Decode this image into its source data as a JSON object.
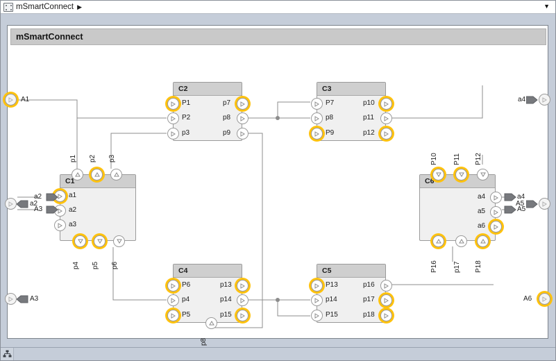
{
  "window": {
    "breadcrumb_label": "mSmartConnect",
    "breadcrumb_arrow": "▶",
    "breadcrumb_icon": "subsystem-icon",
    "dropdown_icon": "▼"
  },
  "subsystem": {
    "title": "mSmartConnect"
  },
  "statusbar": {
    "icon": "model-hierarchy-icon"
  },
  "blocks": [
    {
      "id": "C1",
      "name": "C1",
      "top_ports": [
        {
          "label": "p1",
          "hl": false
        },
        {
          "label": "p2",
          "hl": true
        },
        {
          "label": "p3",
          "hl": false
        }
      ],
      "left_ports": [
        {
          "label": "a1",
          "hl": true
        },
        {
          "label": "a2",
          "hl": false
        },
        {
          "label": "a3",
          "hl": false
        }
      ],
      "bottom_ports": [
        {
          "label": "p4",
          "hl": true
        },
        {
          "label": "p5",
          "hl": true
        },
        {
          "label": "p6",
          "hl": false
        }
      ],
      "right_ports": []
    },
    {
      "id": "C2",
      "name": "C2",
      "top_ports": [],
      "bottom_ports": [],
      "left_ports": [
        {
          "label": "P1",
          "hl": true
        },
        {
          "label": "P2",
          "hl": false
        },
        {
          "label": "p3",
          "hl": false
        }
      ],
      "right_ports": [
        {
          "label": "p7",
          "hl": true
        },
        {
          "label": "p8",
          "hl": false
        },
        {
          "label": "p9",
          "hl": false
        }
      ]
    },
    {
      "id": "C3",
      "name": "C3",
      "top_ports": [],
      "bottom_ports": [],
      "left_ports": [
        {
          "label": "P7",
          "hl": false
        },
        {
          "label": "p8",
          "hl": false
        },
        {
          "label": "P9",
          "hl": true
        }
      ],
      "right_ports": [
        {
          "label": "p10",
          "hl": true
        },
        {
          "label": "p11",
          "hl": false
        },
        {
          "label": "p12",
          "hl": true
        }
      ]
    },
    {
      "id": "C4",
      "name": "C4",
      "top_ports": [],
      "bottom_ports": [
        {
          "label": "p8",
          "hl": false
        }
      ],
      "left_ports": [
        {
          "label": "P6",
          "hl": true
        },
        {
          "label": "p4",
          "hl": false
        },
        {
          "label": "P5",
          "hl": true
        }
      ],
      "right_ports": [
        {
          "label": "p13",
          "hl": true
        },
        {
          "label": "p14",
          "hl": false
        },
        {
          "label": "p15",
          "hl": true
        }
      ]
    },
    {
      "id": "C5",
      "name": "C5",
      "top_ports": [],
      "bottom_ports": [],
      "left_ports": [
        {
          "label": "P13",
          "hl": true
        },
        {
          "label": "p14",
          "hl": false
        },
        {
          "label": "P15",
          "hl": false
        }
      ],
      "right_ports": [
        {
          "label": "p16",
          "hl": false
        },
        {
          "label": "p17",
          "hl": true
        },
        {
          "label": "p18",
          "hl": true
        }
      ]
    },
    {
      "id": "C6",
      "name": "C6",
      "top_ports": [
        {
          "label": "P10",
          "hl": true
        },
        {
          "label": "P11",
          "hl": true
        },
        {
          "label": "P12",
          "hl": false
        }
      ],
      "bottom_ports": [
        {
          "label": "P16",
          "hl": true
        },
        {
          "label": "p17",
          "hl": false
        },
        {
          "label": "P18",
          "hl": true
        }
      ],
      "left_ports": [],
      "right_ports": [
        {
          "label": "a4",
          "hl": false
        },
        {
          "label": "a5",
          "hl": false
        },
        {
          "label": "a6",
          "hl": true
        }
      ]
    }
  ],
  "edge_ports": {
    "left": [
      {
        "label": "A1",
        "hl": true
      },
      {
        "label": "a2",
        "hl": false
      },
      {
        "label": "A3",
        "hl": false
      }
    ],
    "right": [
      {
        "label": "a4",
        "hl": false
      },
      {
        "label": "A5",
        "hl": false
      },
      {
        "label": "A6",
        "hl": true
      }
    ]
  },
  "inner_tags": {
    "left": [
      {
        "label": "a2"
      },
      {
        "label": "A3"
      }
    ],
    "right": [
      {
        "label": "a4"
      },
      {
        "label": "A5"
      }
    ]
  },
  "colors": {
    "highlight": "#ffc20e",
    "canvas_bg": "#c5cdd9",
    "block_body": "#f0f0f0",
    "block_header": "#cfcfcf",
    "wire": "#8c8c8c"
  }
}
